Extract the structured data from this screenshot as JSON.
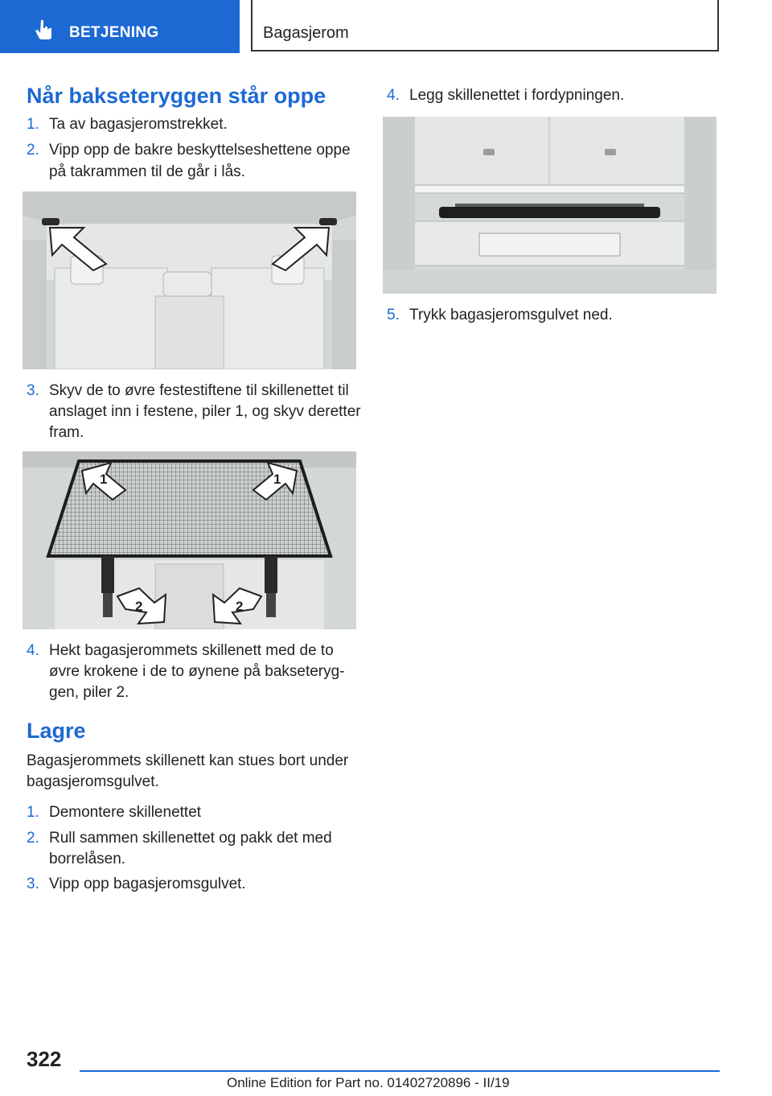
{
  "header": {
    "section": "BETJENING",
    "topic": "Bagasjerom"
  },
  "section1": {
    "heading": "Når bakseteryggen står oppe",
    "steps": [
      {
        "num": "1.",
        "lines": [
          "Ta av bagasjeromstrekket."
        ]
      },
      {
        "num": "2.",
        "lines": [
          "Vipp opp de bakre beskyttelseshettene oppe",
          "på takrammen til de går i lås."
        ]
      },
      {
        "num": "3.",
        "lines": [
          "Skyv de to øvre festestiftene til skillenettet til",
          "anslaget inn i festene, piler 1, og skyv deretter",
          "fram."
        ]
      },
      {
        "num": "4.",
        "lines": [
          "Hekt bagasjerommets skillenett med de to",
          "øvre krokene i de to øynene på bakseteryg‐",
          "gen, piler 2."
        ]
      }
    ]
  },
  "section2": {
    "heading": "Lagre",
    "intro": [
      "Bagasjerommets skillenett kan stues bort under",
      "bagasjeromsgulvet."
    ],
    "steps": [
      {
        "num": "1.",
        "lines": [
          "Demontere skillenettet"
        ]
      },
      {
        "num": "2.",
        "lines": [
          "Rull sammen skillenettet og pakk det med",
          "borrelåsen."
        ]
      },
      {
        "num": "3.",
        "lines": [
          "Vipp opp bagasjeromsgulvet."
        ]
      }
    ]
  },
  "right_col": {
    "steps": [
      {
        "num": "4.",
        "lines": [
          "Legg skillenettet i fordypningen."
        ]
      },
      {
        "num": "5.",
        "lines": [
          "Trykk bagasjeromsgulvet ned."
        ]
      }
    ]
  },
  "figures": {
    "fig2_labels": [
      "1",
      "1",
      "2",
      "2"
    ]
  },
  "page_number": "322",
  "footer": "Online Edition for Part no. 01402720896 - II/19",
  "icons": {
    "section_icon": "hand-pointer-icon"
  },
  "colors": {
    "accent": "#1c69d4",
    "text": "#222222"
  }
}
